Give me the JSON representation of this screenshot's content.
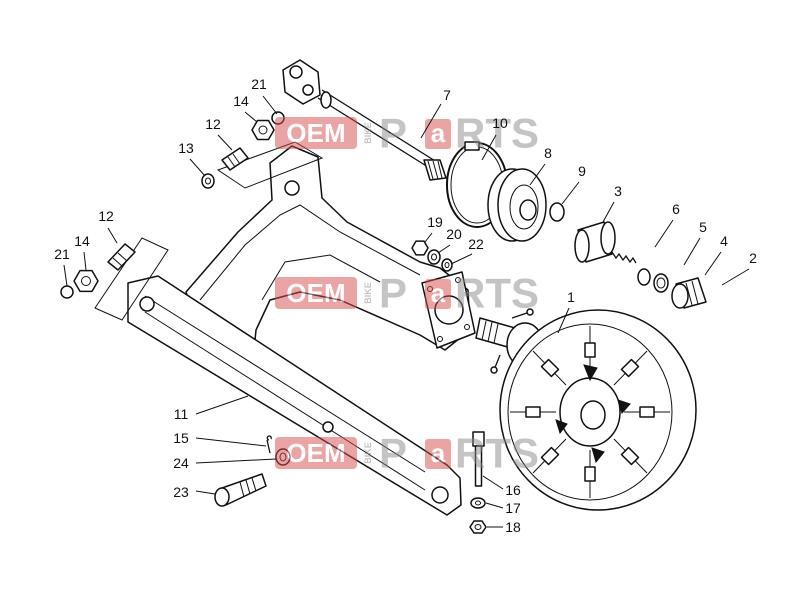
{
  "callouts": [
    "7",
    "21",
    "14",
    "12",
    "13",
    "10",
    "8",
    "9",
    "3",
    "6",
    "5",
    "4",
    "2",
    "1",
    "19",
    "20",
    "22",
    "12",
    "14",
    "21",
    "11",
    "15",
    "24",
    "23",
    "16",
    "17",
    "18"
  ],
  "watermark": {
    "box_text": "OEM",
    "vertical_text": "BIKE",
    "p": "P",
    "a_box": "a",
    "rest": "RTS"
  },
  "colors": {
    "line": "#111111",
    "watermark_red": "#d94b4b",
    "watermark_grey": "#8a8a8a"
  }
}
